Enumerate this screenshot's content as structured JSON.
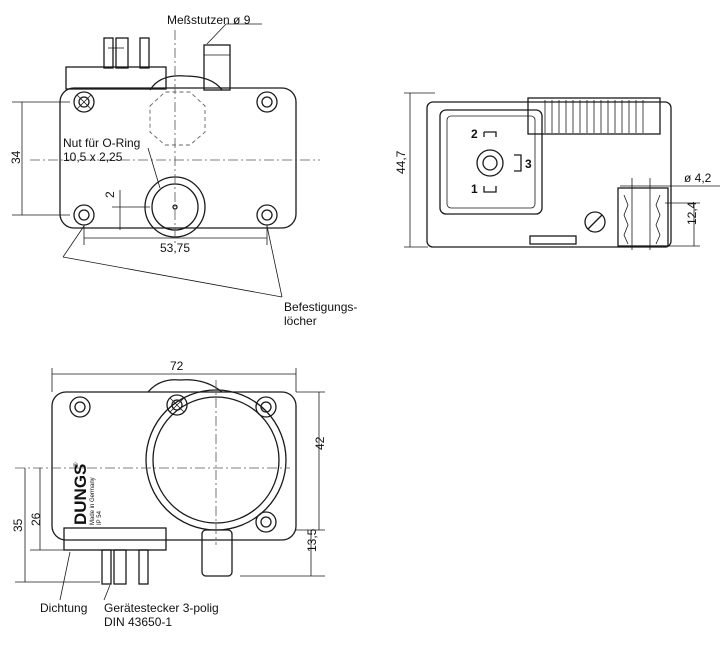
{
  "labels": {
    "measuring_nozzle": "Meßstutzen ø 9",
    "oring_groove_line1": "Nut für O-Ring",
    "oring_groove_line2": "10,5 x 2,25",
    "mounting_holes_line1": "Befestigungs-",
    "mounting_holes_line2": "löcher",
    "seal": "Dichtung",
    "connector_line1": "Gerätestecker 3-polig",
    "connector_line2": "DIN 43650-1"
  },
  "dimensions": {
    "height_top": "34",
    "offset_2": "2",
    "hole_spacing": "53,75",
    "overall_height_side": "44,7",
    "hole_dia": "ø 4,2",
    "side_12_4": "12,4",
    "width_72": "72",
    "height_42": "42",
    "height_35": "35",
    "height_26": "26",
    "height_13_5": "13,5"
  },
  "connector_pins": {
    "pin1": "1",
    "pin2": "2",
    "pin3": "3"
  },
  "branding": {
    "brand": "DUNGS",
    "registered": "®",
    "made_in": "Made in Germany",
    "ip_rating": "IP 54"
  }
}
